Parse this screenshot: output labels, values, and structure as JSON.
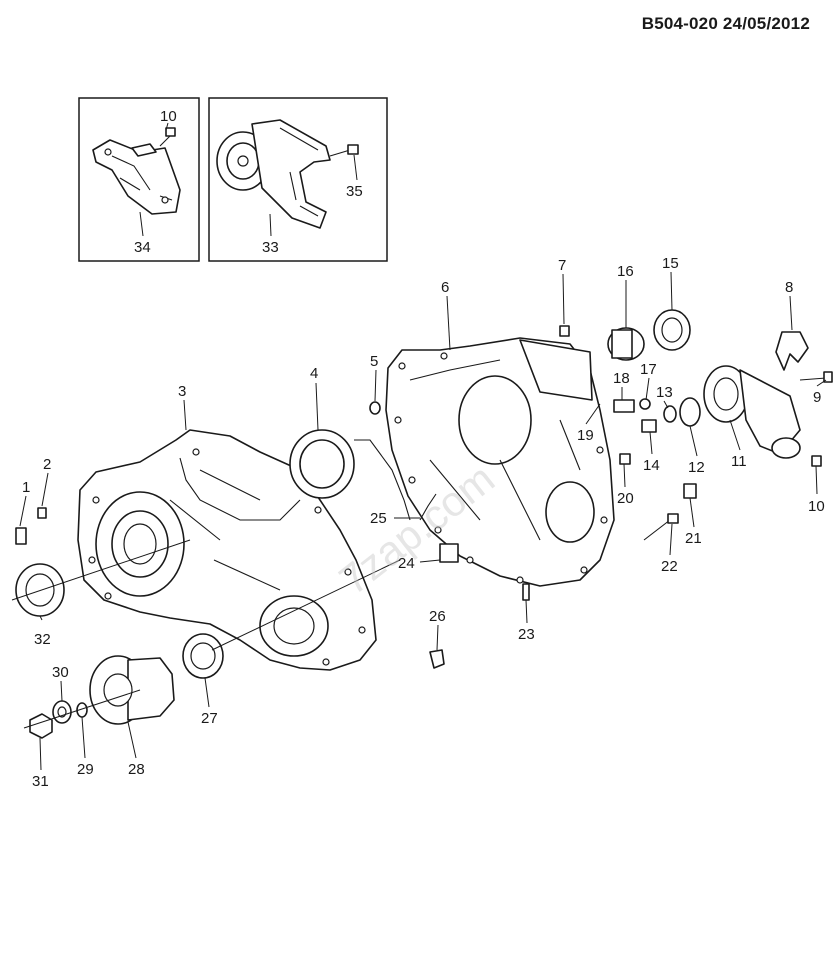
{
  "header": {
    "code": "B504-020  24/05/2012"
  },
  "watermark": "7zap.com",
  "callouts": {
    "p1": "1",
    "p2": "2",
    "p3": "3",
    "p4": "4",
    "p5": "5",
    "p6": "6",
    "p7": "7",
    "p8": "8",
    "p9": "9",
    "p10a": "10",
    "p10b": "10",
    "p11": "11",
    "p12": "12",
    "p13": "13",
    "p14": "14",
    "p15": "15",
    "p16": "16",
    "p17": "17",
    "p18": "18",
    "p19": "19",
    "p20": "20",
    "p21": "21",
    "p22": "22",
    "p23": "23",
    "p24": "24",
    "p25": "25",
    "p26": "26",
    "p27": "27",
    "p28": "28",
    "p29": "29",
    "p30": "30",
    "p31": "31",
    "p32": "32",
    "p33": "33",
    "p34": "34",
    "p35": "35"
  }
}
